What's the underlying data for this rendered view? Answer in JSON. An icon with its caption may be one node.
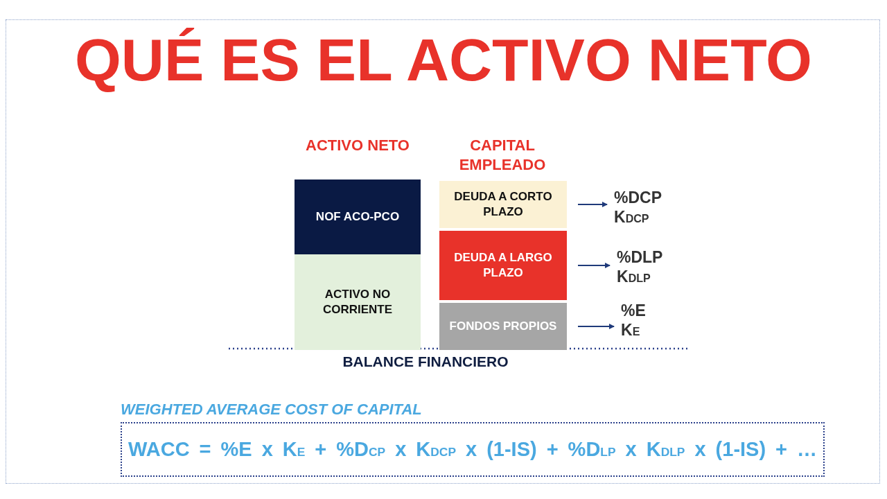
{
  "diagram": {
    "title": "QUÉ ES EL ACTIVO NETO",
    "nodes": [
      {
        "text": [
          "NOF ACO-PCO"
        ]
      },
      {
        "text": [
          "ACTIVO NO CORRIENTE"
        ]
      },
      {
        "text": [
          "DEUDA A CORTO PLAZO"
        ]
      },
      {
        "text": [
          "DEUDA A LARGO PLAZO"
        ]
      },
      {
        "text": [
          "FONDOS PROPIOS"
        ]
      },
      {
        "text": [
          "%DCP",
          "K$_{DCP}$"
        ]
      },
      {
        "text": [
          "%DLP",
          "K$_{DLP}$"
        ]
      },
      {
        "text": [
          "%E",
          "K$_{E}$"
        ]
      },
      {
        "text": [
          "WEIGHTED AVERAGE COST OF CAPITAL",
          "WACC = %E x K$_{E}$ + %D$_{CP}$ x K$_{DCP}$ x (1-IS) + %D$_{LP}$ x K$_{DLP}$ x (1-IS) + …"
        ]
      }
    ],
    "edges": [
      {
        "from": 2,
        "to": 5,
        "arrow": "to"
      },
      {
        "from": 3,
        "to": 6,
        "arrow": "to"
      },
      {
        "from": 4,
        "to": 7,
        "arrow": "to"
      }
    ],
    "labels": [
      "ACTIVO NETO",
      "CAPITAL EMPLEADO",
      "BALANCE FINANCIERO"
    ]
  }
}
